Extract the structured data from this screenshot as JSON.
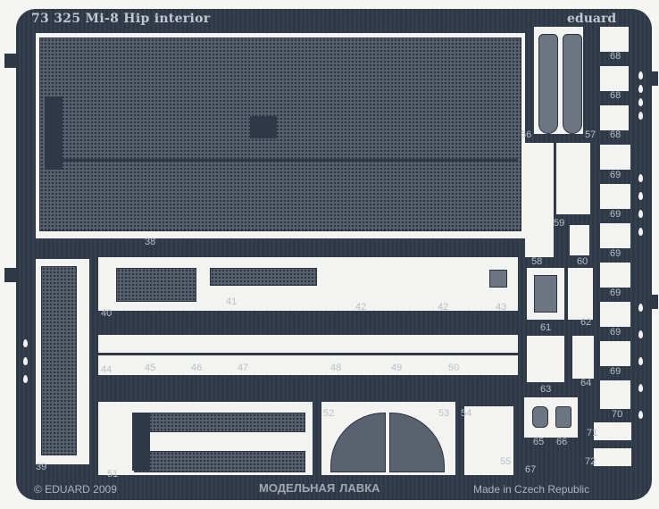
{
  "fret": {
    "title": "73 325  Mi-8 Hip interior",
    "brand": "eduard",
    "copyright": "© EDUARD 2009",
    "origin": "Made in Czech Republic",
    "watermark_line1": "МОДЕЛЬНАЯ",
    "watermark_line2": "ЛАВКА"
  },
  "part_numbers": [
    "38",
    "39",
    "40",
    "41",
    "42",
    "42",
    "43",
    "44",
    "45",
    "46",
    "47",
    "48",
    "49",
    "50",
    "51",
    "52",
    "53",
    "54",
    "55",
    "56",
    "57",
    "58",
    "59",
    "60",
    "61",
    "62",
    "63",
    "64",
    "65",
    "66",
    "67",
    "68",
    "68",
    "68",
    "69",
    "69",
    "69",
    "69",
    "69",
    "69",
    "70",
    "71",
    "72"
  ]
}
